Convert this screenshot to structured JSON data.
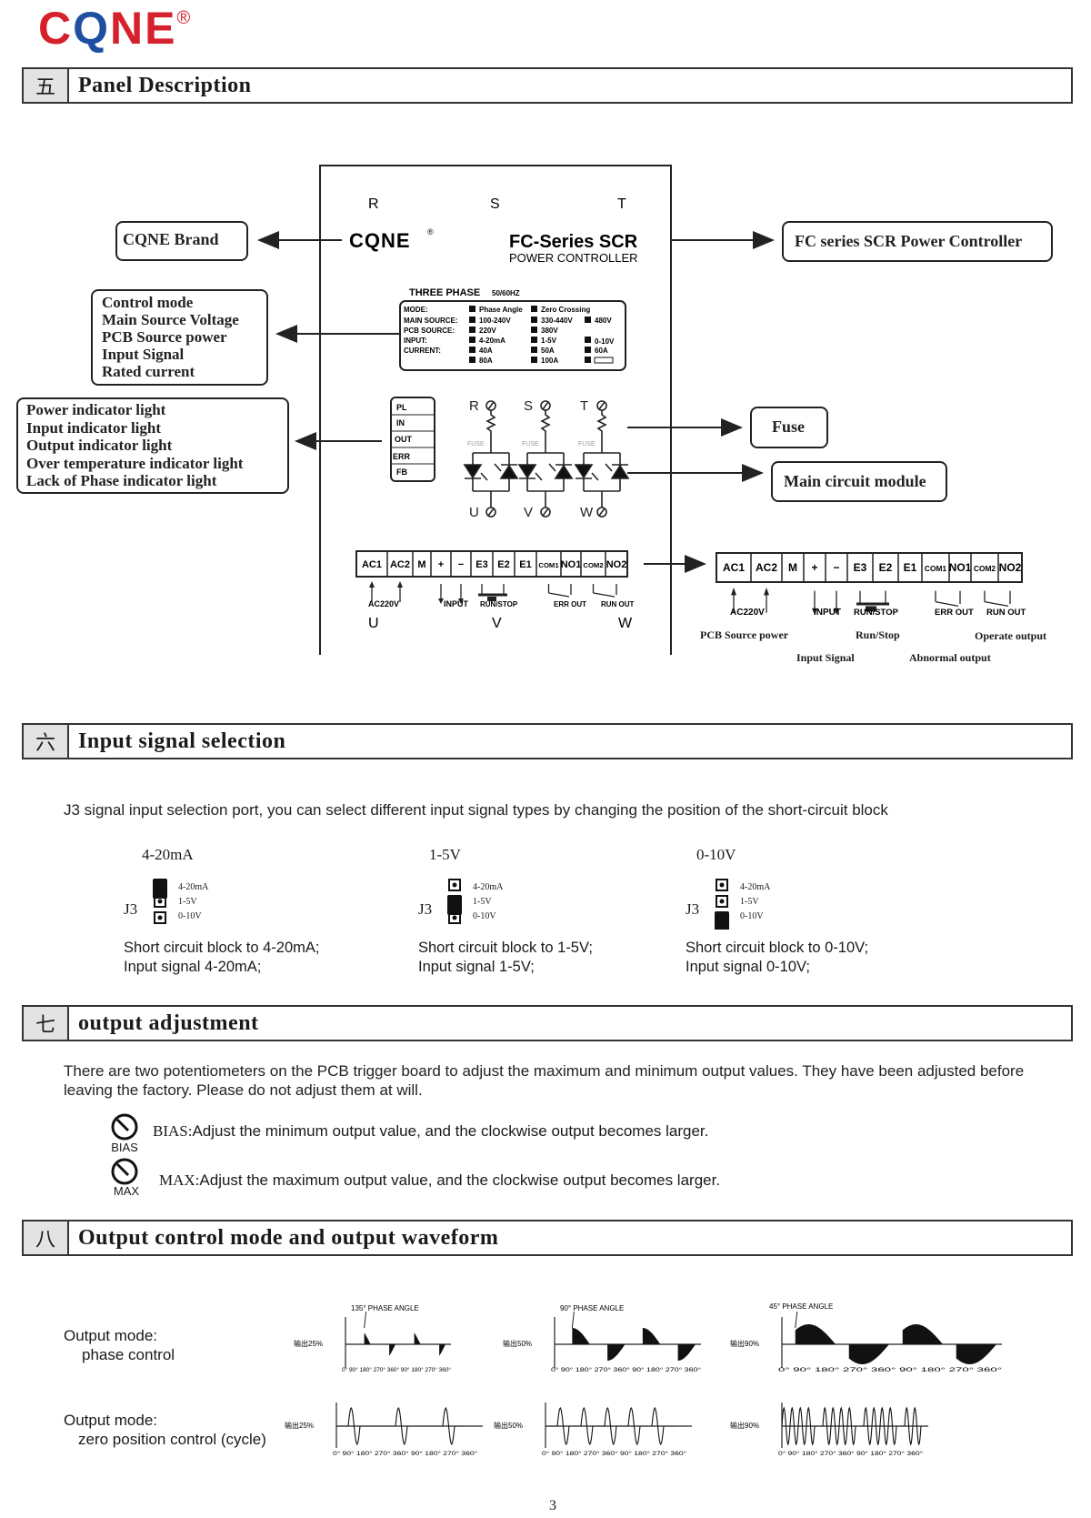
{
  "logo": {
    "brand_red1": "C",
    "brand_blue": "Q",
    "brand_red2": "NE",
    "registered": "®"
  },
  "sections": {
    "panel": {
      "num": "五",
      "title": "Panel Description"
    },
    "input": {
      "num": "六",
      "title": "Input signal selection"
    },
    "output_adj": {
      "num": "七",
      "title": "output adjustment"
    },
    "waveform": {
      "num": "八",
      "title": "Output control mode and output waveform"
    }
  },
  "panel": {
    "phases_top": [
      "R",
      "S",
      "T"
    ],
    "brand_box": "CQNE Brand",
    "controller_logo": "CQNE",
    "controller_title": "FC-Series SCR",
    "controller_subtitle": "POWER CONTROLLER",
    "fc_box": "FC series SCR Power Controller",
    "spec_box": [
      "Control mode",
      "Main Source Voltage",
      "PCB Source power",
      "Input Signal",
      "Rated current"
    ],
    "indicator_box": [
      "Power indicator light",
      "Input indicator light",
      "Output indicator light",
      "Over temperature indicator light",
      "Lack of Phase indicator light"
    ],
    "three_phase": "THREE PHASE",
    "freq": "50/60HZ",
    "spec_table": {
      "labels": [
        "MODE:",
        "MAIN SOURCE:",
        "PCB SOURCE:",
        "INPUT:",
        "CURRENT:"
      ],
      "mode": [
        "Phase Angle",
        "Zero Crossing"
      ],
      "main": [
        "100-240V",
        "330-440V",
        "480V"
      ],
      "pcb": [
        "220V",
        "380V"
      ],
      "input": [
        "4-20mA",
        "1-5V",
        "0-10V"
      ],
      "current": [
        "40A",
        "50A",
        "60A",
        "80A",
        "100A"
      ]
    },
    "leds": [
      "PL",
      "IN",
      "OUT",
      "ERR",
      "FB"
    ],
    "fuse_label": "FUSE",
    "circuit_top": [
      "R",
      "S",
      "T"
    ],
    "circuit_bottom": [
      "U",
      "V",
      "W"
    ],
    "fuse_box": "Fuse",
    "module_box": "Main circuit module",
    "terminals": [
      "AC1",
      "AC2",
      "M",
      "+",
      "−",
      "E3",
      "E2",
      "E1",
      "COM1",
      "NO1",
      "COM2",
      "NO2"
    ],
    "term_labels": [
      "AC220V",
      "INPUT",
      "RUN/STOP",
      "ERR OUT",
      "RUN OUT"
    ],
    "phases_bottom": [
      "U",
      "V",
      "W"
    ],
    "legend": [
      "PCB Source power",
      "Run/Stop",
      "Operate output",
      "Input Signal",
      "Abnormal output"
    ]
  },
  "input": {
    "intro": "J3 signal input selection port, you can select different input signal types by changing the position of the short-circuit block",
    "options": [
      {
        "title": "4-20mA",
        "j3": "J3",
        "pins": [
          "4-20mA",
          "1-5V",
          "0-10V"
        ],
        "line1": "Short circuit block to 4-20mA;",
        "line2": "Input  signal 4-20mA;"
      },
      {
        "title": "1-5V",
        "j3": "J3",
        "pins": [
          "4-20mA",
          "1-5V",
          "0-10V"
        ],
        "line1": "Short  circuit  block  to 1-5V;",
        "line2": "Input  signal 1-5V;"
      },
      {
        "title": "0-10V",
        "j3": "J3",
        "pins": [
          "4-20mA",
          "1-5V",
          "0-10V"
        ],
        "line1": "Short  circuit  block  to  0-10V;",
        "line2": "Input  signal 0-10V;"
      }
    ]
  },
  "output_adj": {
    "intro": "There are two potentiometers on the PCB trigger board to adjust the maximum and minimum output values. They have been adjusted before leaving the factory. Please do not adjust them at will.",
    "bias_label": "BIAS",
    "bias_key": "BIAS:",
    "bias_text": "Adjust the minimum output value, and the clockwise output becomes larger.",
    "max_label": "MAX",
    "max_key": "MAX:",
    "max_text": "Adjust the maximum output value, and the clockwise output becomes larger."
  },
  "waveform": {
    "mode1_l1": "Output mode:",
    "mode1_l2": "phase control",
    "mode2_l1": "Output mode:",
    "mode2_l2": "zero position control (cycle)",
    "phase_angles": [
      "135° PHASE ANGLE",
      "90° PHASE ANGLE",
      "45° PHASE ANGLE"
    ],
    "outputs": [
      "输出25%",
      "输出50%",
      "输出90%"
    ],
    "axis": "0°  90° 180° 270° 360°  90° 180° 270° 360°"
  },
  "page_number": "3"
}
